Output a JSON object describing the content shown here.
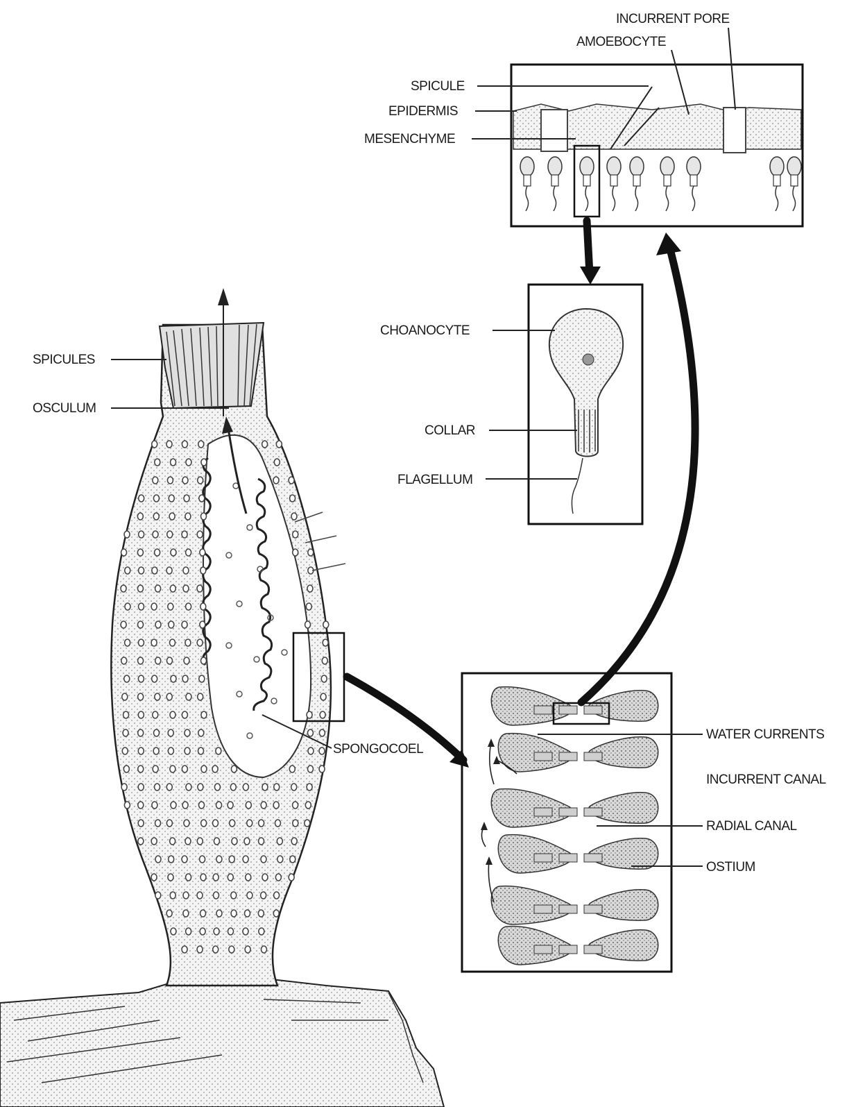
{
  "labels": {
    "incurrent_pore": "INCURRENT PORE",
    "amoebocyte": "AMOEBOCYTE",
    "spicule": "SPICULE",
    "epidermis": "EPIDERMIS",
    "mesenchyme": "MESENCHYME",
    "choanocyte": "CHOANOCYTE",
    "collar": "COLLAR",
    "flagellum": "FLAGELLUM",
    "spicules": "SPICULES",
    "osculum": "OSCULUM",
    "spongocoel": "SPONGOCOEL",
    "water_currents": "WATER CURRENTS",
    "incurrent_canal": "INCURRENT CANAL",
    "radial_canal": "RADIAL CANAL",
    "ostium": "OSTIUM"
  },
  "colors": {
    "ink": "#111111",
    "shading": "#e9e9e9",
    "background": "#ffffff"
  }
}
